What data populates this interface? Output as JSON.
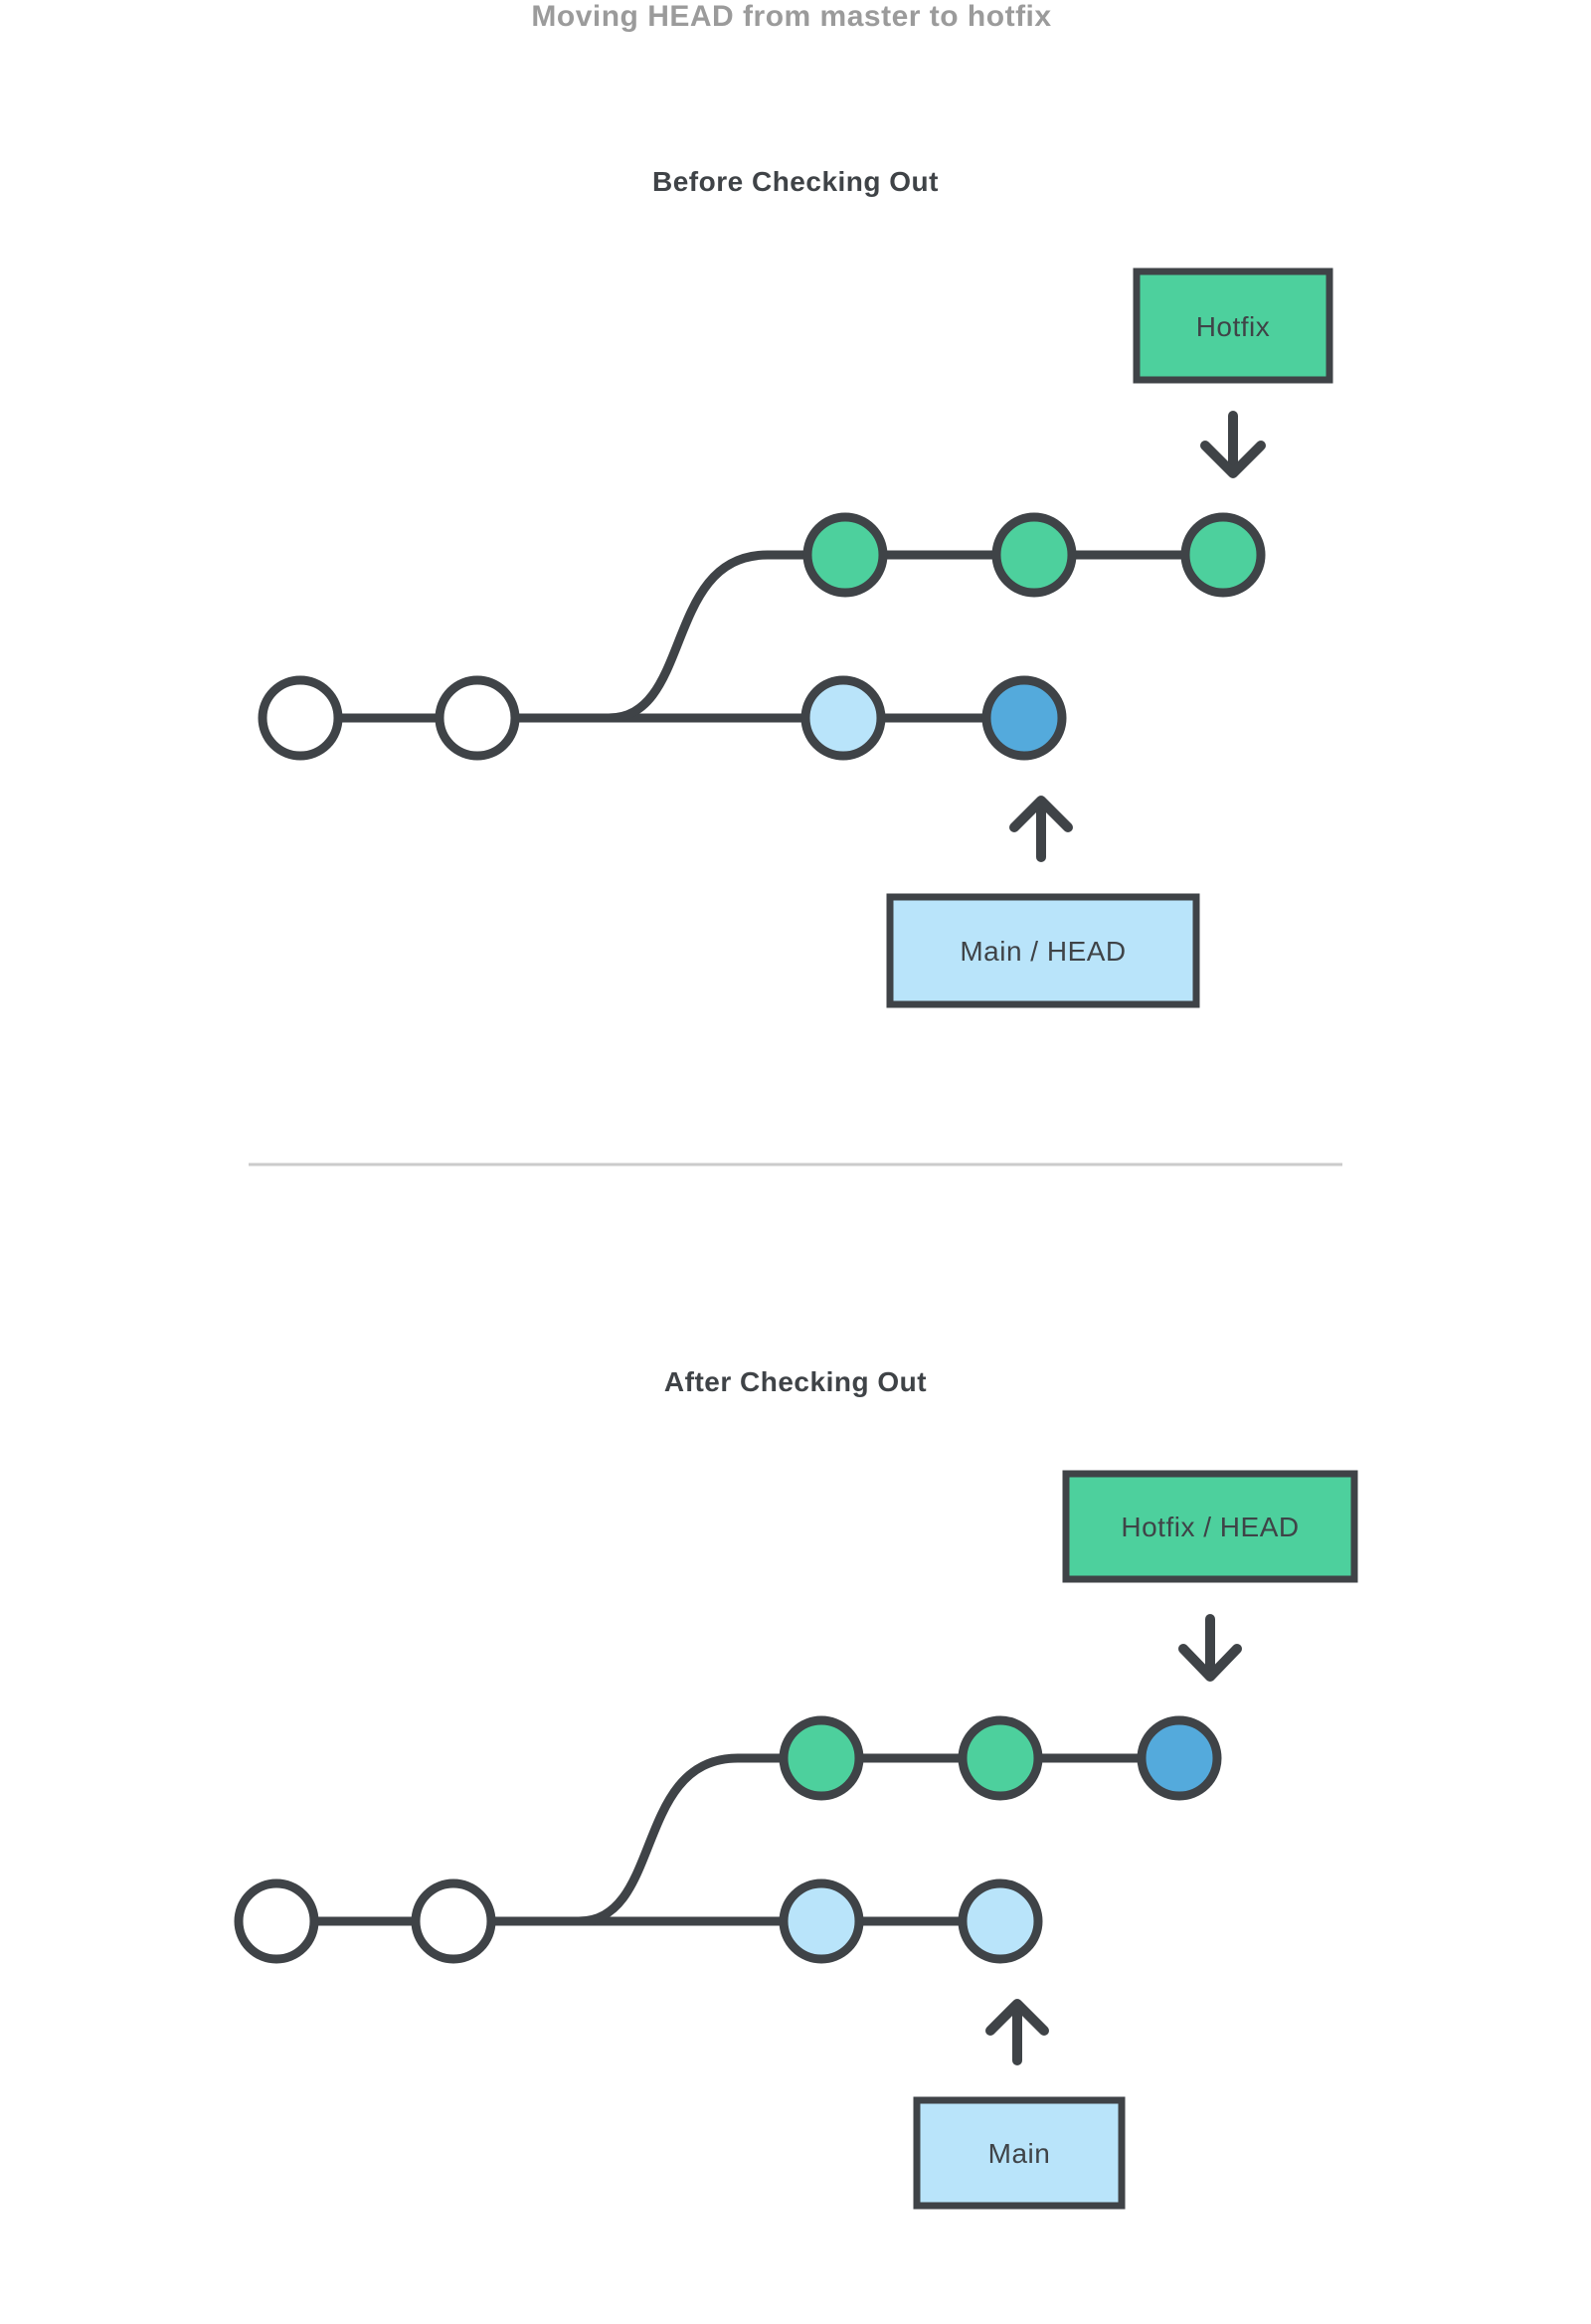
{
  "title": "Moving HEAD from master to hotfix",
  "colors": {
    "outline": "#3f4347",
    "green": "#4dd09d",
    "light_blue": "#b9e4fa",
    "dark_blue": "#54aadc",
    "white": "#ffffff",
    "title_gray": "#9b9b9b",
    "divider_gray": "#cbcbcb"
  },
  "before": {
    "heading": "Before Checking Out",
    "hotfix_label": "Hotfix",
    "main_label": "Main / HEAD"
  },
  "after": {
    "heading": "After Checking Out",
    "hotfix_label": "Hotfix / HEAD",
    "main_label": "Main"
  }
}
